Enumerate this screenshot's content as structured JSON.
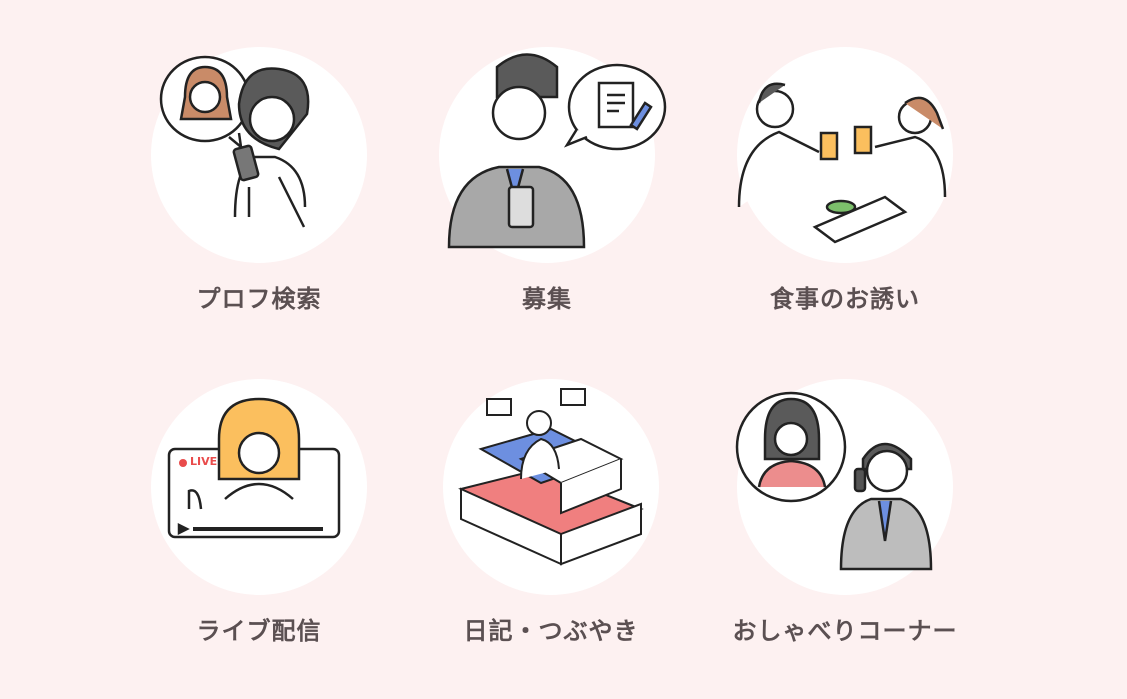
{
  "features": [
    {
      "label": "プロフ検索",
      "icon": "profile-search-illustration"
    },
    {
      "label": "募集",
      "icon": "recruit-illustration"
    },
    {
      "label": "食事のお誘い",
      "icon": "dinner-invite-illustration"
    },
    {
      "label": "ライブ配信",
      "icon": "live-stream-illustration"
    },
    {
      "label": "日記・つぶやき",
      "icon": "diary-illustration"
    },
    {
      "label": "おしゃべりコーナー",
      "icon": "chat-corner-illustration"
    }
  ],
  "live_badge": "LIVE",
  "colors": {
    "background": "#fdf1f1",
    "label": "#5b5052",
    "accent_red": "#f07f7f",
    "accent_blue": "#6d8fe0",
    "accent_yellow": "#fbbf5e"
  }
}
